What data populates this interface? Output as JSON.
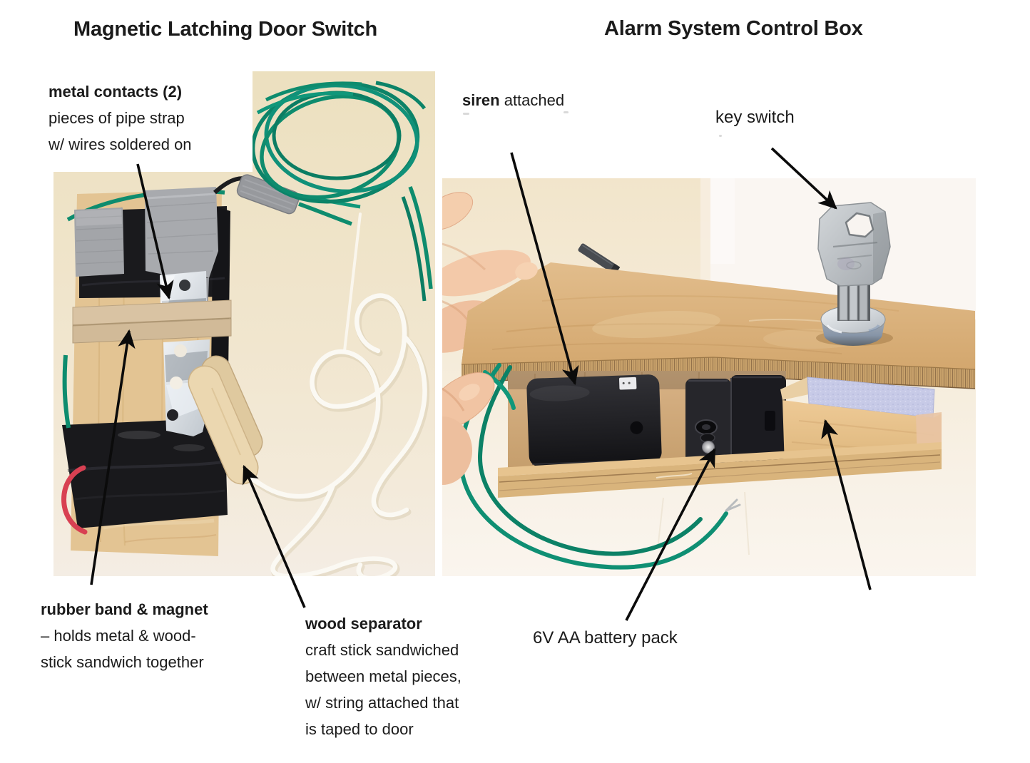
{
  "palette": {
    "page_background": "#ffffff",
    "text": "#1b1b1b",
    "arrow": "#0b0b0b",
    "wire_green": "#0f8f73",
    "photo_beige": "#efe3c6",
    "wood": "#dcb37e",
    "velcro": "#c7cae7"
  },
  "left_panel": {
    "title": "Magnetic Latching Door Switch",
    "labels": {
      "metal_contacts": {
        "heading": "metal contacts (2)",
        "lines": [
          "pieces of pipe strap",
          "w/ wires soldered on"
        ]
      },
      "rubber_band": {
        "heading": "rubber band & magnet",
        "lines": [
          "– holds metal & wood-",
          "stick sandwich together"
        ]
      },
      "wood_separator": {
        "heading": "wood separator",
        "lines": [
          "craft stick sandwiched",
          "between metal pieces,",
          "w/ string attached that",
          "is taped to door"
        ]
      }
    }
  },
  "right_panel": {
    "title": "Alarm System Control Box",
    "labels": {
      "siren": {
        "heading": "siren",
        "suffix": " attached"
      },
      "key_switch": {
        "heading": "key switch"
      },
      "battery_pack": {
        "heading": "6V AA battery pack"
      }
    }
  }
}
